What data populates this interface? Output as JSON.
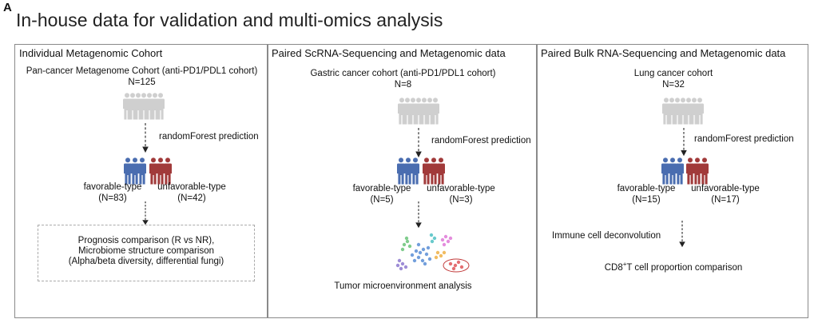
{
  "panel_letter": "A",
  "title": "In-house data for validation and multi-omics analysis",
  "colors": {
    "gray_people": "#cfcfcf",
    "favorable": "#4a6db0",
    "unfavorable": "#a13a3a",
    "border": "#8a8a8a"
  },
  "icons": [
    "people-group-icon",
    "arrow-down-icon",
    "umap-cluster-icon"
  ],
  "panels": [
    {
      "title": "Individual Metagenomic Cohort",
      "cohort_name": "Pan-cancer Metagenome Cohort (anti-PD1/PDL1 cohort)",
      "cohort_n": "N=125",
      "prediction": "randomForest prediction",
      "favorable_label": "favorable-type",
      "favorable_n": "(N=83)",
      "unfavorable_label": "unfavorable-type",
      "unfavorable_n": "(N=42)",
      "box_line1": "Prognosis comparison (R vs NR),",
      "box_line2": "Microbiome structure comparison",
      "box_line3": "(Alpha/beta diversity, differential fungi)"
    },
    {
      "title": "Paired ScRNA-Sequencing and Metagenomic data",
      "cohort_name": "Gastric cancer cohort (anti-PD1/PDL1 cohort)",
      "cohort_n": "N=8",
      "prediction": "randomForest prediction",
      "favorable_label": "favorable-type",
      "favorable_n": "(N=5)",
      "unfavorable_label": "unfavorable-type",
      "unfavorable_n": "(N=3)",
      "analysis": "Tumor microenvironment analysis"
    },
    {
      "title": "Paired Bulk RNA-Sequencing and Metagenomic data",
      "cohort_name": "Lung cancer cohort",
      "cohort_n": "N=32",
      "prediction": "randomForest prediction",
      "favorable_label": "favorable-type",
      "favorable_n": "(N=15)",
      "unfavorable_label": "unfavorable-type",
      "unfavorable_n": "(N=17)",
      "deconvolution": "Immune cell deconvolution",
      "comparison_pre": "CD8",
      "comparison_sup": "+",
      "comparison_post": "T cell proportion comparison"
    }
  ]
}
